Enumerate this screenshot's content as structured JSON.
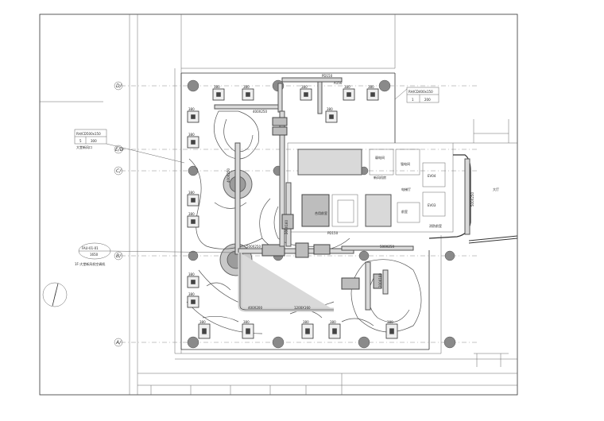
{
  "axes": {
    "rows": [
      "D/",
      "E/D",
      "C/",
      "B/",
      "A/"
    ]
  },
  "tags": {
    "supply_duct_top": "PD150",
    "duct_a150": "A150",
    "duct_r400": "400X250",
    "duct_left_vertical": "400X250",
    "duct_mid": "500X250",
    "duct_upper_mid": "PD150",
    "duct_right_upper": "500X250",
    "duct_bottom_left": "400X200",
    "duct_bottom_mid": "1200X160",
    "duct_right_vertical": "500X250",
    "duct_vertical_mid": "200X160",
    "duct_small_upper": "200X160"
  },
  "callouts": {
    "right_box": {
      "title": "RH/CD400x150",
      "q": "1",
      "v": "200"
    },
    "left_box": {
      "title": "RH/CD500x150",
      "q": "5",
      "v": "300",
      "note": "大堂新风口"
    },
    "unit_tag": {
      "title": "FAU-01-01",
      "v": "1650",
      "note": "1F-大堂新风机空调机"
    }
  },
  "rooms": {
    "evu4": "EV04",
    "evu3": "EV03",
    "lobby": "大厅",
    "r1": "弱电间",
    "r2": "强电间",
    "r3": "前室",
    "r4": "电梯厅",
    "r5": "消防前室",
    "r6": "合用前室",
    "r7": "新风机房"
  },
  "units_top": [
    "380",
    "380",
    "380",
    "380",
    "380",
    "380"
  ],
  "units_left": [
    "380",
    "380",
    "380",
    "380",
    "380",
    "380"
  ],
  "units_bottom": [
    "380",
    "380",
    "380",
    "380",
    "380"
  ],
  "colors": {
    "line": "#333333",
    "duct": "#d9d9d9",
    "column": "#8a8a8a"
  }
}
